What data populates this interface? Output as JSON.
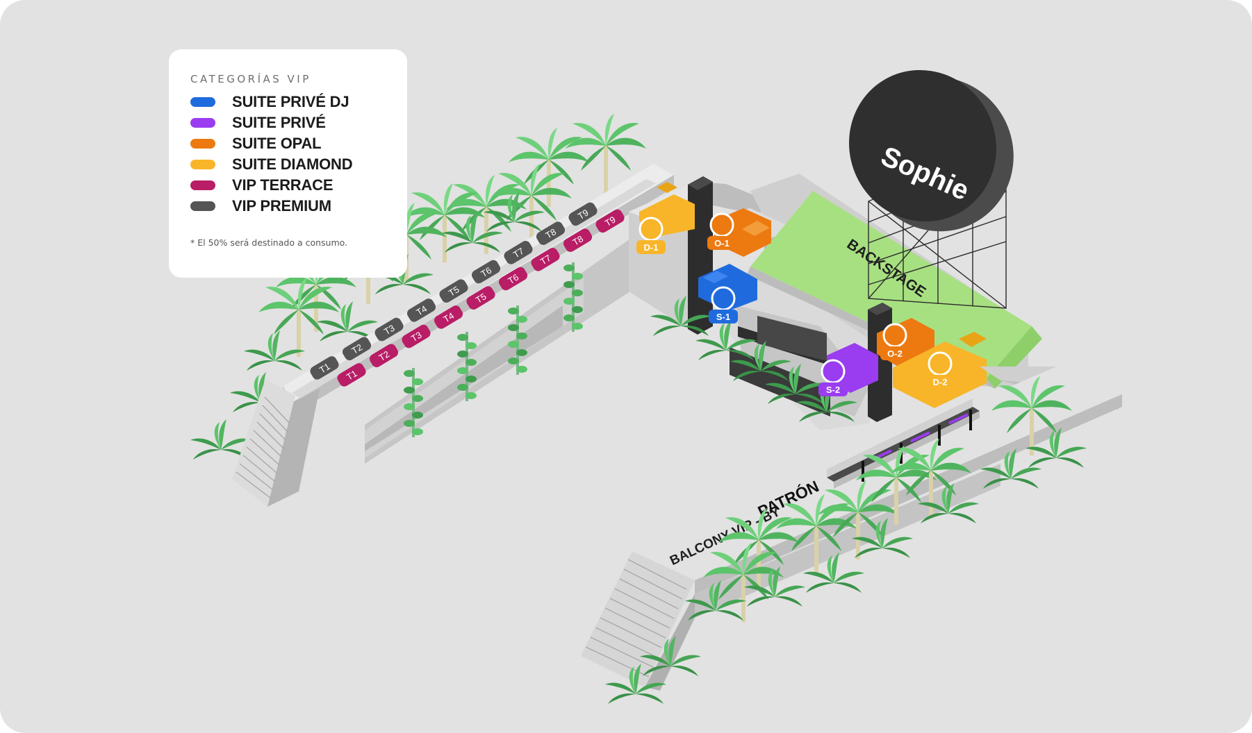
{
  "legend": {
    "title": "CATEGORÍAS VIP",
    "note": "* El 50% será destinado a consumo.",
    "items": [
      {
        "label": "SUITE PRIVÉ DJ",
        "color": "#1f6bde"
      },
      {
        "label": "SUITE PRIVÉ",
        "color": "#9a3cf0"
      },
      {
        "label": "SUITE OPAL",
        "color": "#ec7a10"
      },
      {
        "label": "SUITE DIAMOND",
        "color": "#f8b52a"
      },
      {
        "label": "VIP TERRACE",
        "color": "#b81d66"
      },
      {
        "label": "VIP PREMIUM",
        "color": "#555555"
      }
    ]
  },
  "map": {
    "backstage_label": "BACKSTAGE",
    "balcony_label": "BALCONY VIP - BY",
    "sponsor_label": "PATRÓN",
    "sign_text": "Sophie",
    "premium_tables": [
      "T1",
      "T2",
      "T3",
      "T4",
      "T5",
      "T6",
      "T7",
      "T8",
      "T9"
    ],
    "terrace_tables": [
      "T1",
      "T2",
      "T3",
      "T4",
      "T5",
      "T6",
      "T7",
      "T8",
      "T9"
    ],
    "suite_markers": [
      {
        "label": "D-1",
        "color": "#f8b52a"
      },
      {
        "label": "O-1",
        "color": "#ec7a10"
      },
      {
        "label": "S-1",
        "color": "#1f6bde"
      },
      {
        "label": "O-2",
        "color": "#ec7a10"
      },
      {
        "label": "S-2",
        "color": "#9a3cf0"
      },
      {
        "label": "D-2",
        "color": "#f8b52a"
      }
    ]
  }
}
